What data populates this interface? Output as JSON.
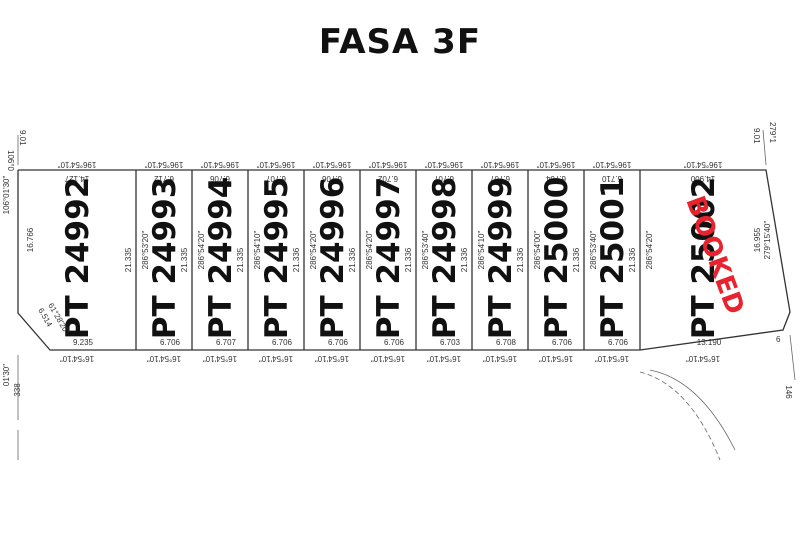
{
  "title": "FASA 3F",
  "booked_stamp": "BOOKED",
  "plots": [
    {
      "label": "PT 24992",
      "top_dist": "14.127",
      "bottom_dist": "9.235"
    },
    {
      "label": "PT 24993",
      "top_dist": "6.712",
      "bottom_dist": "6.706"
    },
    {
      "label": "PT 24994",
      "top_dist": "6.706",
      "bottom_dist": "6.707"
    },
    {
      "label": "PT 24995",
      "top_dist": "6.707",
      "bottom_dist": "6.706"
    },
    {
      "label": "PT 24996",
      "top_dist": "6.706",
      "bottom_dist": "6.706"
    },
    {
      "label": "PT 24997",
      "top_dist": "6.702",
      "bottom_dist": "6.706"
    },
    {
      "label": "PT 24998",
      "top_dist": "6.707",
      "bottom_dist": "6.703"
    },
    {
      "label": "PT 24999",
      "top_dist": "6.707",
      "bottom_dist": "6.708"
    },
    {
      "label": "PT 25000",
      "top_dist": "6.704",
      "bottom_dist": "6.706"
    },
    {
      "label": "PT 25001",
      "top_dist": "6.710",
      "bottom_dist": "6.706"
    },
    {
      "label": "PT 25002",
      "top_dist": "14.900",
      "bottom_dist": "13.190"
    }
  ],
  "bearings": {
    "top": "196°54'10\"",
    "bottom": "16°54'10\""
  },
  "divider_lengths": [
    "21.335",
    "21.335",
    "21.335",
    "21.336",
    "21.336",
    "21.336",
    "21.336",
    "21.336",
    "21.336",
    "21.336"
  ],
  "divider_bearings": [
    "286°53'20\"",
    "286°54'20\"",
    "286°54'10\"",
    "286°54'20\"",
    "286°54'20\"",
    "286°53'40\"",
    "286°54'10\"",
    "286°54'00\"",
    "286°53'40\"",
    "286°54'20\""
  ],
  "edge_labels": {
    "left_length": "16.766",
    "left_bearing": "106°01'30\"",
    "right_length": "16.955",
    "right_bearing": "279°15'40\"",
    "corner_length": "6.514",
    "corner_bearing": "61°28'20\"",
    "top_left_a": "106°0",
    "top_left_b": "9.01",
    "top_right_a": "9.01",
    "top_right_b": "279°1",
    "bottom_left_a": "01'30\"",
    "bottom_left_b": "338",
    "bottom_right": "6",
    "bottom_right_b": "146"
  }
}
